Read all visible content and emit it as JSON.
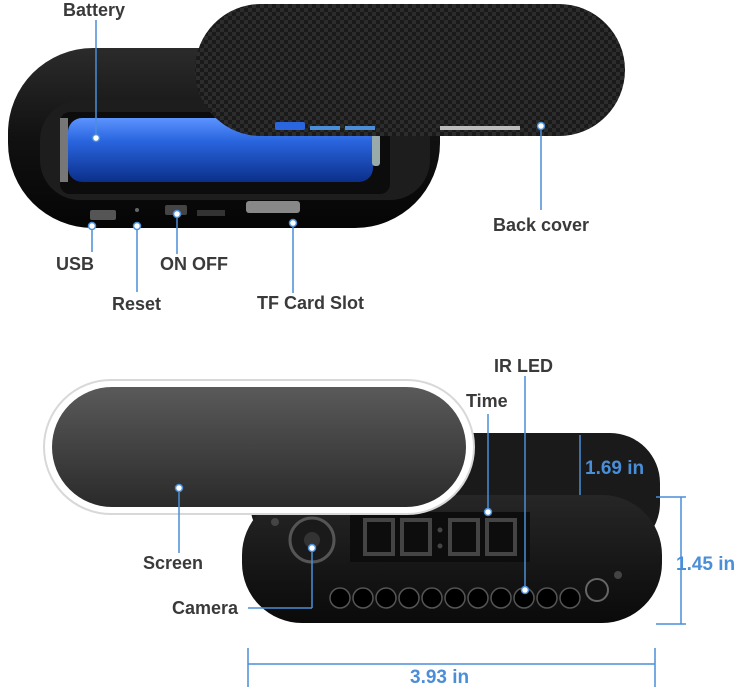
{
  "labels": {
    "battery": "Battery",
    "back_cover": "Back cover",
    "usb": "USB",
    "reset": "Reset",
    "on_off": "ON OFF",
    "tf_card_slot": "TF Card Slot",
    "ir_led": "IR LED",
    "time": "Time",
    "screen": "Screen",
    "camera": "Camera"
  },
  "dimensions": {
    "depth": "1.69 in",
    "height": "1.45 in",
    "width": "3.93 in"
  },
  "colors": {
    "callout_line": "#4a8ed8",
    "dimension_text": "#4a8ed8",
    "label_text": "#3a3a3a",
    "battery": "#1f5fd6",
    "device_body": "#111111"
  }
}
